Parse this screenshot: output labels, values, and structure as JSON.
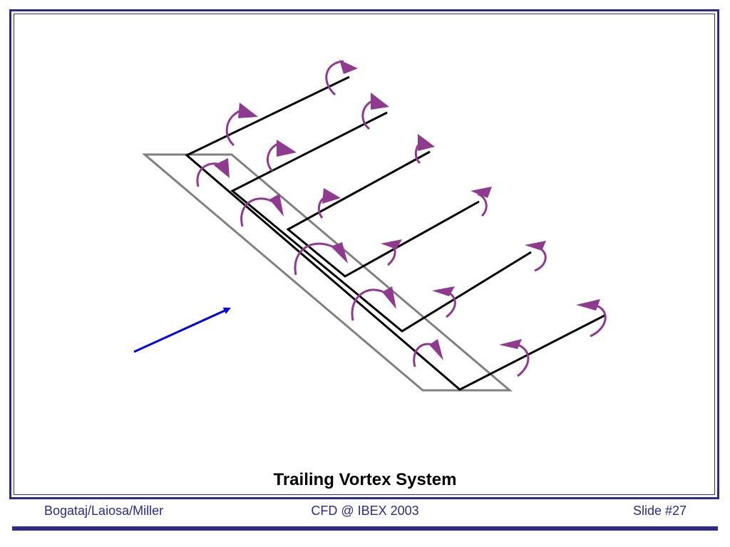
{
  "slide": {
    "title": "Trailing Vortex System",
    "footer": {
      "left": "Bogataj/Laiosa/Miller",
      "center": "CFD @ IBEX 2003",
      "right": "Slide #27"
    }
  },
  "colors": {
    "frame": "#2b2b8c",
    "wing_outline": "#808080",
    "vortex_lines": "#000000",
    "rotation_arrows": "#8e3a8e",
    "flow_arrow": "#0000dd"
  }
}
